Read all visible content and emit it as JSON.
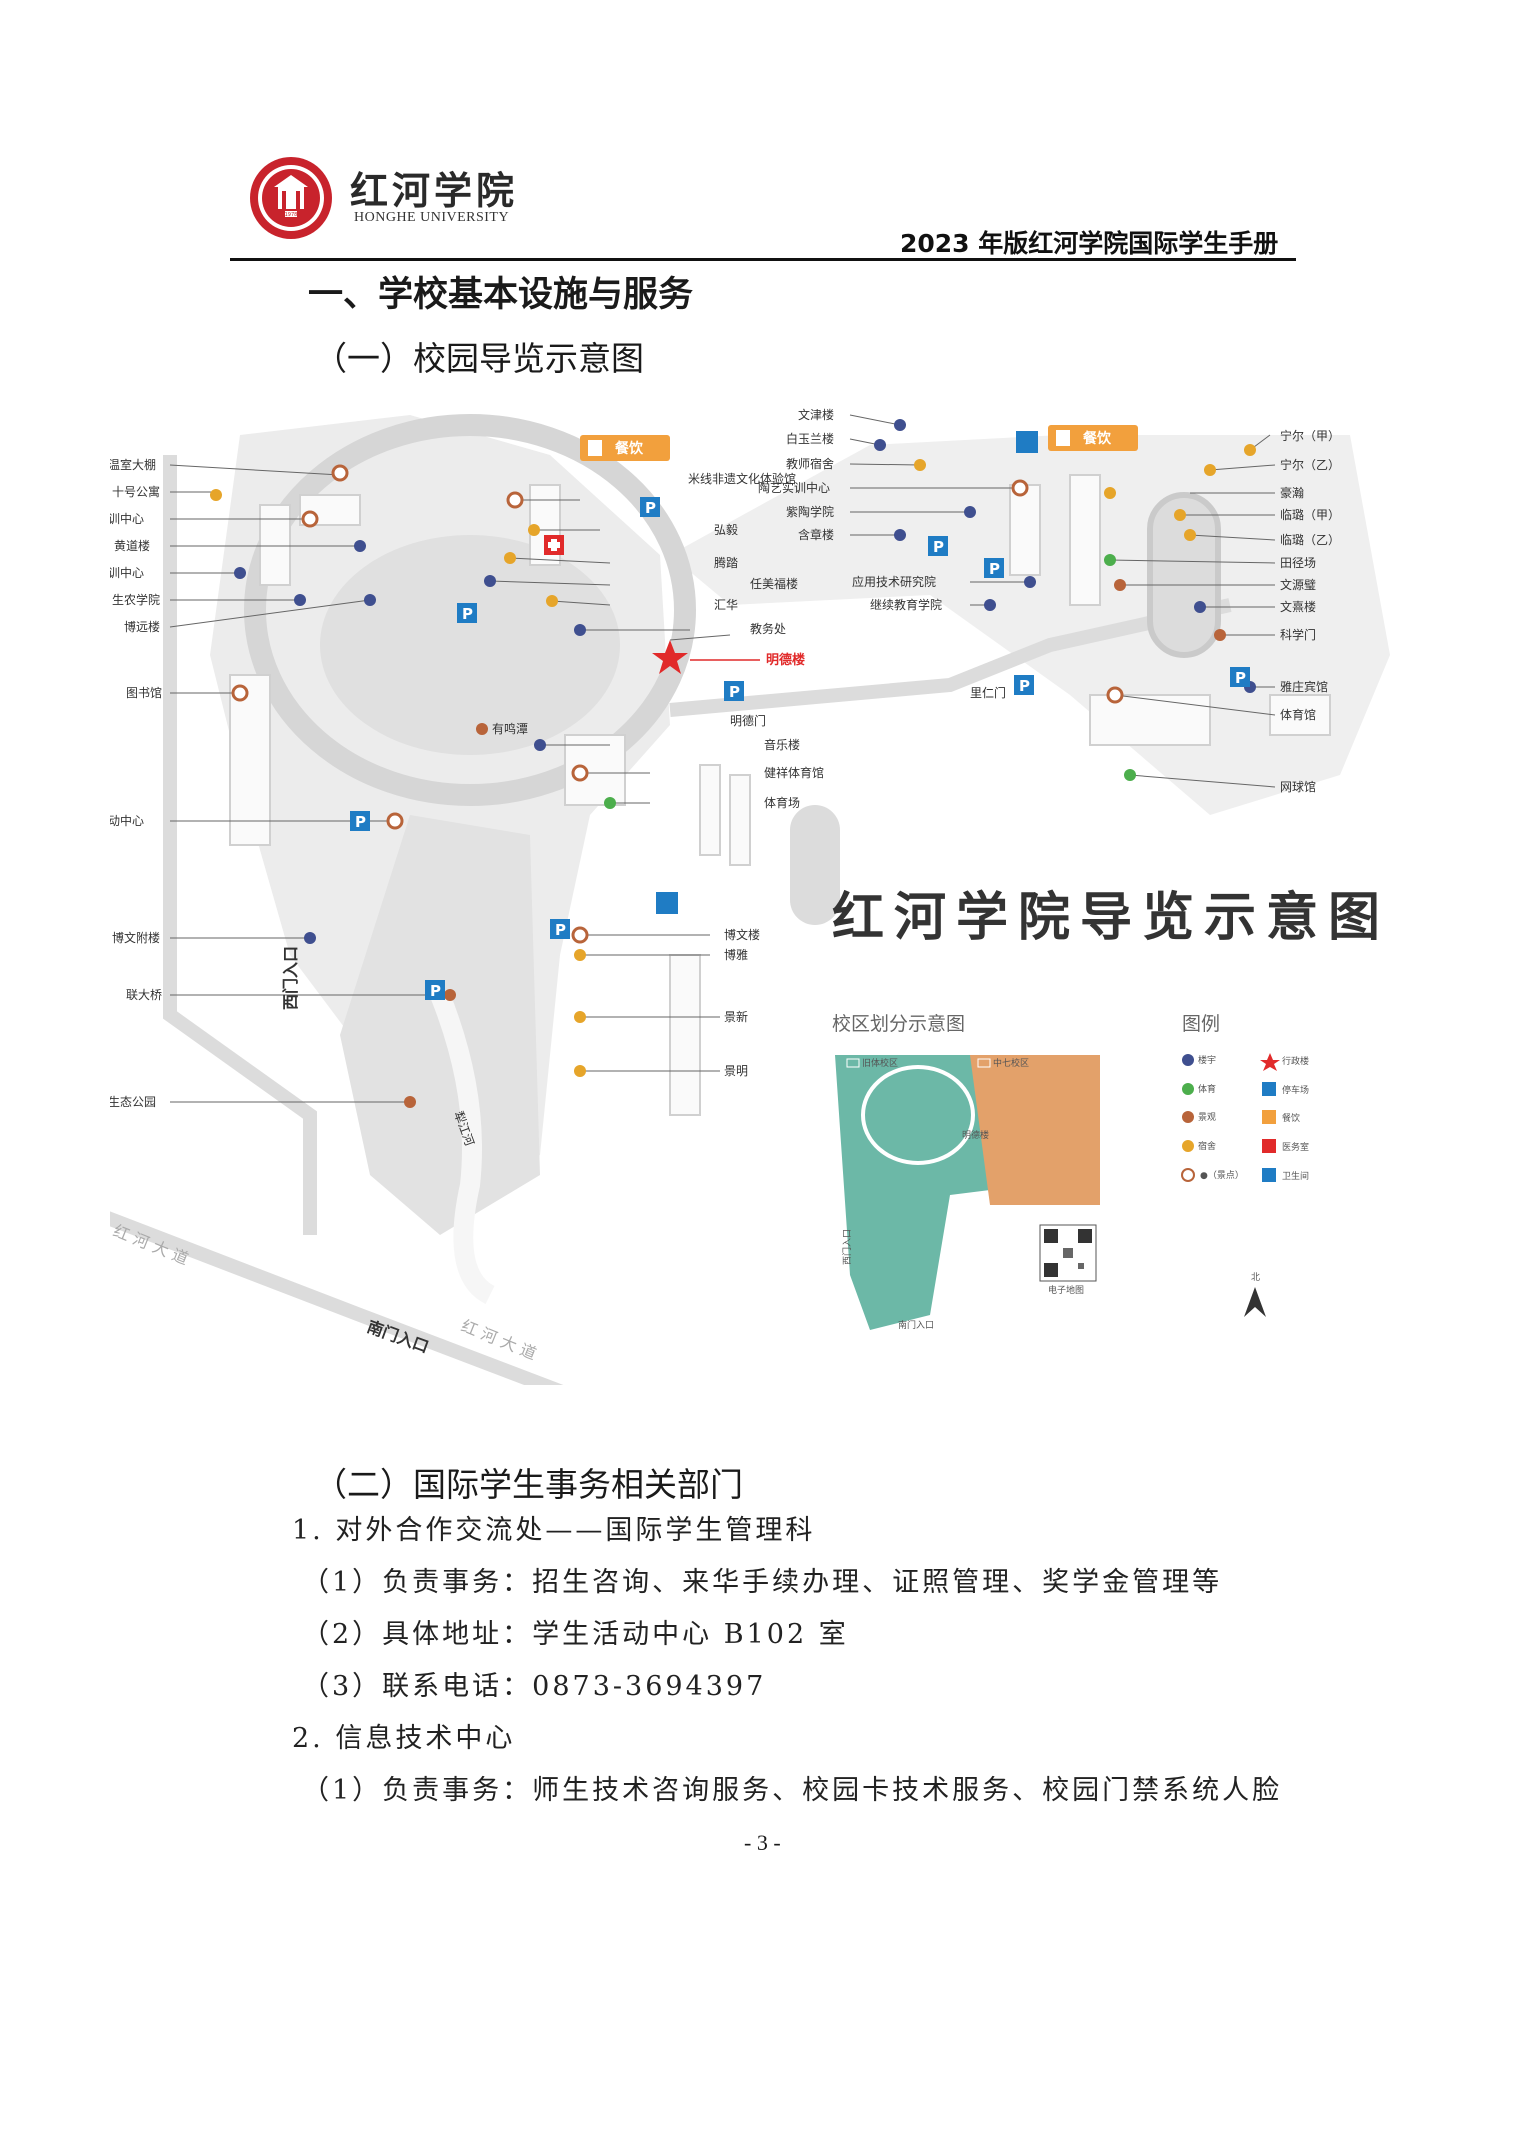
{
  "header": {
    "logo_name": "红河学院",
    "logo_en": "HONGHE UNIVERSITY",
    "seal_year": "1978",
    "handbook_title": "2023 年版红河学院国际学生手册"
  },
  "section_title": "一、学校基本设施与服务",
  "subsection_1": "（一）校园导览示意图",
  "map": {
    "title": "红河学院导览示意图",
    "labels_left": [
      "温室大棚",
      "十号公寓",
      "工程实训中心",
      "黄道楼",
      "文科实训中心",
      "生农学院",
      "博远楼",
      "图书馆",
      "学生活动中心",
      "博文附楼",
      "联大桥",
      "犁江河生态公园"
    ],
    "labels_center": [
      "餐饮",
      "米线非遗文化体验馆",
      "弘毅",
      "腾踏",
      "任美福楼",
      "汇华",
      "教务处",
      "明德楼",
      "明德门",
      "有鸣潭",
      "音乐楼",
      "健祥体育馆",
      "体育场",
      "博文楼",
      "博雅",
      "景新",
      "景明"
    ],
    "labels_top": [
      "文津楼",
      "白玉兰楼",
      "教师宿舍",
      "陶艺实训中心",
      "紫陶学院",
      "含章楼",
      "应用技术研究院",
      "继续教育学院",
      "里仁门",
      "餐饮"
    ],
    "labels_right": [
      "宁尔（甲）",
      "宁尔（乙）",
      "豪瀚",
      "临璐（甲）",
      "临璐（乙）",
      "田径场",
      "文源璧",
      "文熹楼",
      "科学门",
      "雅庄宾馆",
      "体育馆",
      "网球馆"
    ],
    "gates": [
      "西门入口",
      "南门入口"
    ],
    "roads": [
      "红 河 大 道",
      "红 河 大 道"
    ],
    "river": "犁江河",
    "pond": "有鸣潭",
    "zone_title": "校区划分示意图",
    "zone_labels": [
      "旧体校区",
      "中七校区"
    ],
    "legend_title": "图例",
    "legend": [
      {
        "label": "楼宇",
        "symbol": "dot",
        "color": "#3f4f8f"
      },
      {
        "label": "体育",
        "symbol": "dot",
        "color": "#4cae4c"
      },
      {
        "label": "景观",
        "symbol": "dot",
        "color": "#b8643a"
      },
      {
        "label": "宿舍",
        "symbol": "dot",
        "color": "#e6a52a"
      },
      {
        "label": "●（景点）",
        "symbol": "ring",
        "color": "#b8643a"
      },
      {
        "label": "行政楼",
        "symbol": "star",
        "color": "#e12a2a"
      },
      {
        "label": "停车场",
        "symbol": "P",
        "color": "#1f7cc4"
      },
      {
        "label": "餐饮",
        "symbol": "food",
        "color": "#f2a03d"
      },
      {
        "label": "医务室",
        "symbol": "cross",
        "color": "#e12a2a"
      },
      {
        "label": "卫生间",
        "symbol": "wc",
        "color": "#1f7cc4"
      }
    ],
    "qr_caption": "电子地图",
    "north": "北",
    "mini_gates": [
      "西门入口",
      "南门入口"
    ],
    "mini_building": "明德楼"
  },
  "subsection_2": "（二）国际学生事务相关部门",
  "paragraphs": [
    "1. 对外合作交流处——国际学生管理科",
    "（1）负责事务：招生咨询、来华手续办理、证照管理、奖学金管理等",
    "（2）具体地址：学生活动中心 B102 室",
    "（3）联系电话：0873-3694397",
    "2. 信息技术中心",
    "（1）负责事务：师生技术咨询服务、校园卡技术服务、校园门禁系统人脸"
  ],
  "page_number": "- 3 -"
}
